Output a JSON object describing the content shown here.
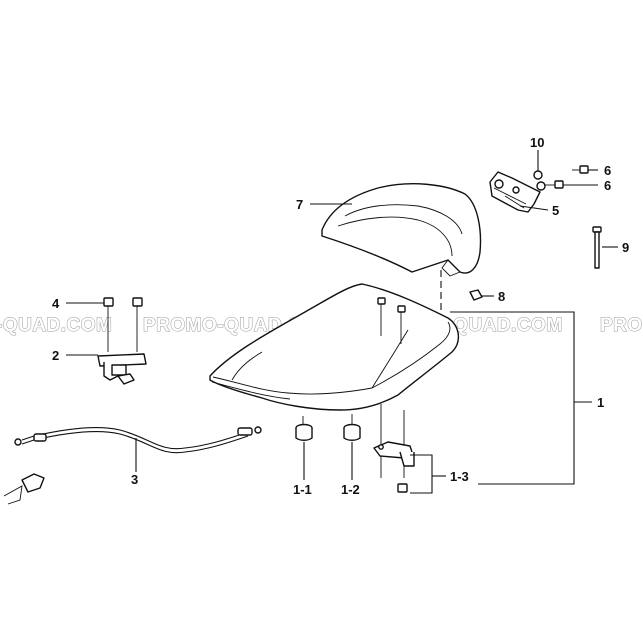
{
  "watermark": {
    "text_left": "-QUAD.COM",
    "text_mid": "PROMO-QUAD.COM",
    "text_right": "PROMO-QUAD.COM",
    "text_edge": "PRO"
  },
  "callouts": {
    "p1": "1",
    "p1_1": "1-1",
    "p1_2": "1-2",
    "p1_3": "1-3",
    "p2": "2",
    "p3": "3",
    "p4": "4",
    "p5": "5",
    "p6a": "6",
    "p6b": "6",
    "p7": "7",
    "p8": "8",
    "p9": "9",
    "p10": "10"
  },
  "colors": {
    "ink": "#111111",
    "watermark": "#9a9a9a",
    "background": "#ffffff"
  }
}
